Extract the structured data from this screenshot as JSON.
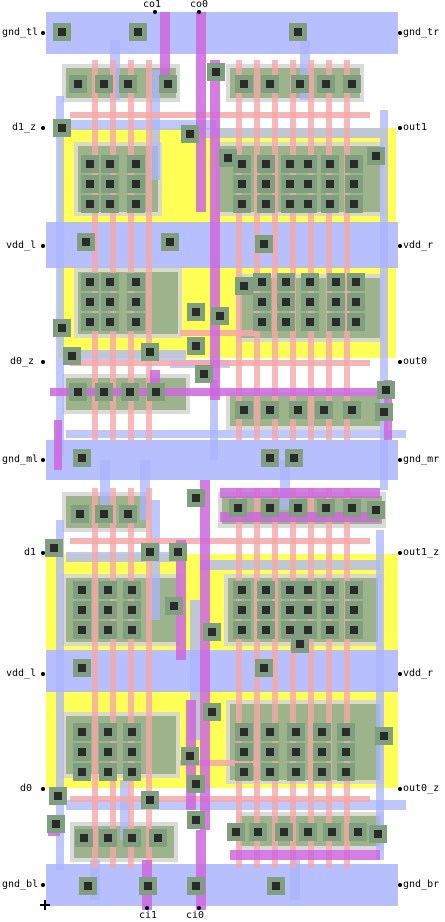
{
  "pins": {
    "top": [
      "co1",
      "co0"
    ],
    "bottom": [
      "ci1",
      "ci0"
    ],
    "left": [
      "gnd_tl",
      "d1_z",
      "vdd_l",
      "d0_z",
      "gnd_ml",
      "d1",
      "vdd_l",
      "d0",
      "gnd_bl"
    ],
    "right": [
      "gnd_tr",
      "out1",
      "vdd_r",
      "out0",
      "gnd_mr",
      "out1_z",
      "vdd_r",
      "out0_z",
      "gnd_br"
    ]
  },
  "colors": {
    "nwell": "#ffff55",
    "active": "#9cb38c",
    "poly": "#f5a8a8",
    "metal1": "#aab4ff",
    "metal2": "#cc66dd",
    "via": "#2a2a2a",
    "contact_bg": "#7f9f7f"
  }
}
